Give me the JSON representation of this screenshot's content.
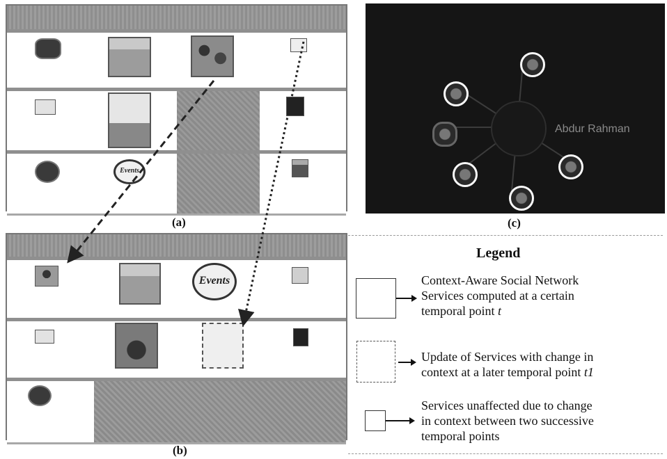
{
  "captions": {
    "a": "(a)",
    "b": "(b)",
    "c": "(c)"
  },
  "panel_c": {
    "hub_name": "Abdur Rahman"
  },
  "panel_b": {
    "events_badge": "Events"
  },
  "panel_a": {
    "events_badge": "Events"
  },
  "legend": {
    "title": "Legend",
    "items": [
      {
        "text": "Context-Aware Social Network Services computed at a certain temporal point t",
        "line1": "Context-Aware Social Network",
        "line2": "Services computed at a certain",
        "line3": "temporal point ",
        "var": "t"
      },
      {
        "text": "Update of Services with change in context at a later temporal point t1",
        "line1": "Update of Services with change in",
        "line2": "context at a later temporal point ",
        "var": "t1"
      },
      {
        "text": "Services unaffected due to change in context between two successive temporal points",
        "line1": "Services unaffected due to change",
        "line2": "in context between two successive",
        "line3": "temporal points"
      }
    ]
  },
  "colors": {
    "arrow": "#222222",
    "ring": "#fafafa",
    "dark_background": "#151515"
  }
}
